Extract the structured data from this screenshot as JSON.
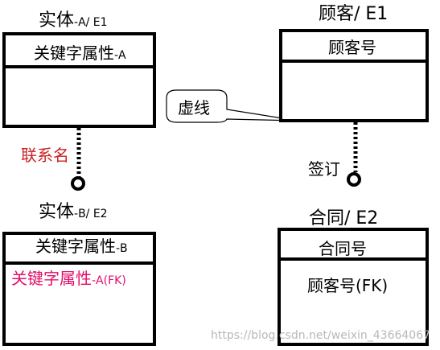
{
  "entity_a": {
    "name": "实体",
    "suffix": "-A/ E1",
    "key_label": "关键字属性",
    "key_suffix": "-A"
  },
  "entity_b": {
    "name": "实体",
    "suffix": "-B/ E2",
    "key_label": "关键字属性",
    "key_suffix": "-B",
    "fk_label": "关键字属性",
    "fk_suffix": "-A(FK)"
  },
  "relationship_left": {
    "label": "联系名"
  },
  "customer": {
    "title": "顾客/ E1",
    "key": "顾客号"
  },
  "contract": {
    "title": "合同/ E2",
    "key": "合同号",
    "fk": "顾客号(FK)"
  },
  "relationship_right": {
    "label": "签订"
  },
  "callout": {
    "label": "虚线"
  },
  "watermark": "https://blog.csdn.net/weixin_43664067",
  "colors": {
    "relationship_label": "#cc2222",
    "foreign_key": "#e0106a"
  }
}
